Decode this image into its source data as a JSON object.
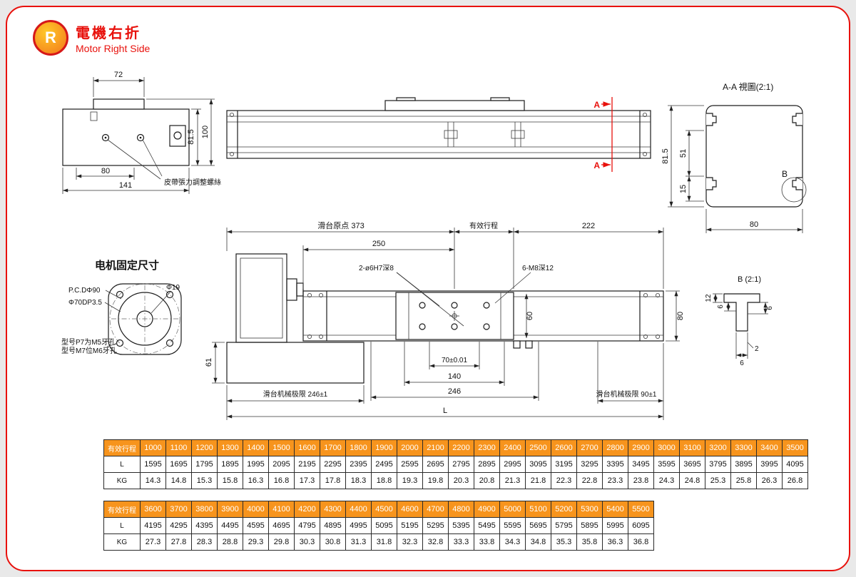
{
  "page": {
    "badge": "R",
    "title_zh": "電機右折",
    "title_en": "Motor Right Side",
    "accent_red": "#e8110c",
    "table_orange": "#f7941d"
  },
  "end_view": {
    "dim_width_top": "72",
    "dim_height_total": "100",
    "dim_height_body": "81.5",
    "dim_screw_span": "80",
    "dim_width_total": "141",
    "belt_note": "皮帶張力調整螺絲"
  },
  "side_view": {
    "section_label_top": "A",
    "section_label_bottom": "A"
  },
  "aa_view": {
    "title": "A-A 視圖(2:1)",
    "dim_height": "81.5",
    "dim_51": "51",
    "dim_15": "15",
    "dim_width": "80",
    "detail_label": "B"
  },
  "motor_mount": {
    "title": "电机固定尺寸",
    "pcd_label": "P.C.DΦ90",
    "bore_label": "Φ19",
    "pilot_label": "Φ70DP3.5",
    "note_line1": "型号P7为M5牙孔",
    "note_line2": "型号M7位M6牙孔"
  },
  "plan_view": {
    "origin_label": "滑台原点  373",
    "stroke_label": "有效行程",
    "dim_222": "222",
    "dim_250": "250",
    "holes_label_1": "2-ø6H7深8",
    "holes_label_2": "6-M8深12",
    "dim_60": "60",
    "dim_80": "80",
    "dim_70": "70±0.01",
    "dim_140": "140",
    "dim_246": "246",
    "dim_61": "61",
    "limit_left": "滑台机械极限  246±1",
    "limit_right": "滑台机械极限  90±1",
    "dim_total": "L"
  },
  "b_detail": {
    "title": "B (2:1)",
    "dim_12": "12",
    "dim_6_top": "6",
    "dim_6_right": "6",
    "dim_2": "2",
    "dim_6_bottom": "6"
  },
  "tables": [
    {
      "header_label": "有效行程",
      "columns": [
        "1000",
        "1100",
        "1200",
        "1300",
        "1400",
        "1500",
        "1600",
        "1700",
        "1800",
        "1900",
        "2000",
        "2100",
        "2200",
        "2300",
        "2400",
        "2500",
        "2600",
        "2700",
        "2800",
        "2900",
        "3000",
        "3100",
        "3200",
        "3300",
        "3400",
        "3500"
      ],
      "rows": [
        {
          "label": "L",
          "values": [
            "1595",
            "1695",
            "1795",
            "1895",
            "1995",
            "2095",
            "2195",
            "2295",
            "2395",
            "2495",
            "2595",
            "2695",
            "2795",
            "2895",
            "2995",
            "3095",
            "3195",
            "3295",
            "3395",
            "3495",
            "3595",
            "3695",
            "3795",
            "3895",
            "3995",
            "4095"
          ]
        },
        {
          "label": "KG",
          "values": [
            "14.3",
            "14.8",
            "15.3",
            "15.8",
            "16.3",
            "16.8",
            "17.3",
            "17.8",
            "18.3",
            "18.8",
            "19.3",
            "19.8",
            "20.3",
            "20.8",
            "21.3",
            "21.8",
            "22.3",
            "22.8",
            "23.3",
            "23.8",
            "24.3",
            "24.8",
            "25.3",
            "25.8",
            "26.3",
            "26.8"
          ]
        }
      ]
    },
    {
      "header_label": "有效行程",
      "columns": [
        "3600",
        "3700",
        "3800",
        "3900",
        "4000",
        "4100",
        "4200",
        "4300",
        "4400",
        "4500",
        "4600",
        "4700",
        "4800",
        "4900",
        "5000",
        "5100",
        "5200",
        "5300",
        "5400",
        "5500"
      ],
      "rows": [
        {
          "label": "L",
          "values": [
            "4195",
            "4295",
            "4395",
            "4495",
            "4595",
            "4695",
            "4795",
            "4895",
            "4995",
            "5095",
            "5195",
            "5295",
            "5395",
            "5495",
            "5595",
            "5695",
            "5795",
            "5895",
            "5995",
            "6095"
          ]
        },
        {
          "label": "KG",
          "values": [
            "27.3",
            "27.8",
            "28.3",
            "28.8",
            "29.3",
            "29.8",
            "30.3",
            "30.8",
            "31.3",
            "31.8",
            "32.3",
            "32.8",
            "33.3",
            "33.8",
            "34.3",
            "34.8",
            "35.3",
            "35.8",
            "36.3",
            "36.8"
          ]
        }
      ]
    }
  ]
}
